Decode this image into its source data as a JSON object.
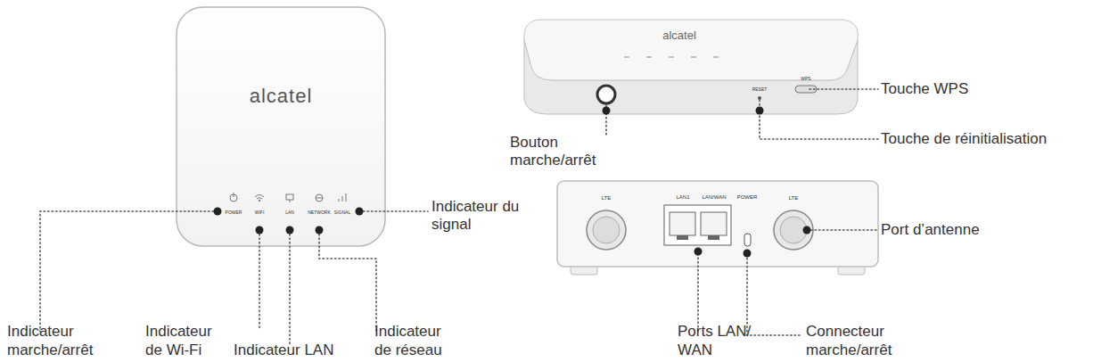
{
  "diagram": {
    "labels": [
      "alcatel",
      "POWER",
      "WIFI",
      "LAN",
      "NETWORK",
      "SIGNAL",
      "alcatel",
      "RESET",
      "WPS",
      "LTE",
      "LAN1",
      "LAN/WAN",
      "POWER",
      "LTE",
      "Indicateur du signal",
      "Indicateur marche/arrêt",
      "Indicateur de Wi-Fi",
      "Indicateur LAN",
      "Indicateur de réseau",
      "Bouton marche/arrêt",
      "Touche WPS",
      "Touche de réinitialisation",
      "Port d’antenne",
      "Ports LAN/ WAN",
      "Connecteur marche/arrêt"
    ]
  }
}
